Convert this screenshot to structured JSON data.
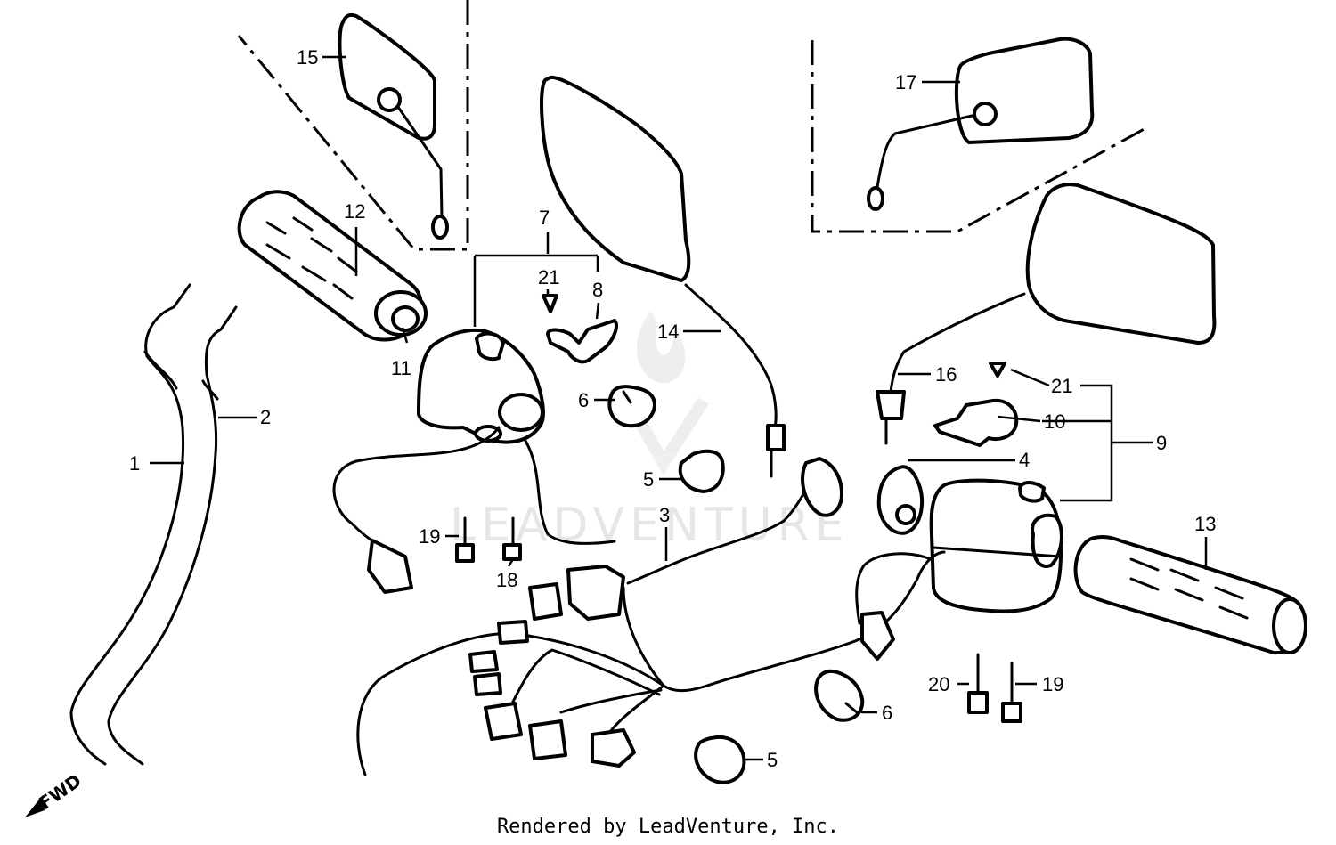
{
  "watermark": "LEADVENTURE",
  "direction_label": "FWD",
  "footer": "Rendered by LeadVenture, Inc.",
  "callouts": [
    "1",
    "2",
    "3",
    "4",
    "5",
    "5",
    "6",
    "6",
    "7",
    "8",
    "9",
    "10",
    "11",
    "12",
    "13",
    "14",
    "15",
    "16",
    "17",
    "18",
    "19",
    "19",
    "20",
    "21",
    "21"
  ],
  "parts": [
    "throttle-cable-1",
    "throttle-cable-2",
    "wire-harness",
    "switch-plate",
    "clamp-upper",
    "clamp-lower",
    "left-switch-housing",
    "right-switch-housing",
    "left-grip",
    "right-grip",
    "left-mirror",
    "right-mirror",
    "left-mirror-alt",
    "right-mirror-alt",
    "screws"
  ]
}
